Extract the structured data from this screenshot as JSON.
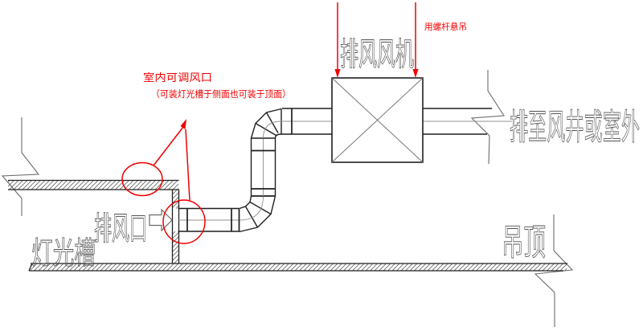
{
  "drawing": {
    "type": "hvac-exhaust-detail",
    "labels": {
      "fan": "排风风机",
      "hang_note": "用螺杆悬吊",
      "note_line1": "室内可调风口",
      "note_line2": "（可装灯光槽于侧面也可装于顶面）",
      "exhaust_to": "排至风井或室外",
      "light_trough": "灯光槽",
      "exhaust_outlet": "排风口",
      "ceiling": "吊顶"
    },
    "colors": {
      "annotation_red": "#f10000",
      "drawing_line": "#1f1f1f",
      "secondary_line": "#6b6b6b",
      "centerline": "#909090",
      "cad_text": "#4f4f4f",
      "background": "#ffffff"
    }
  }
}
